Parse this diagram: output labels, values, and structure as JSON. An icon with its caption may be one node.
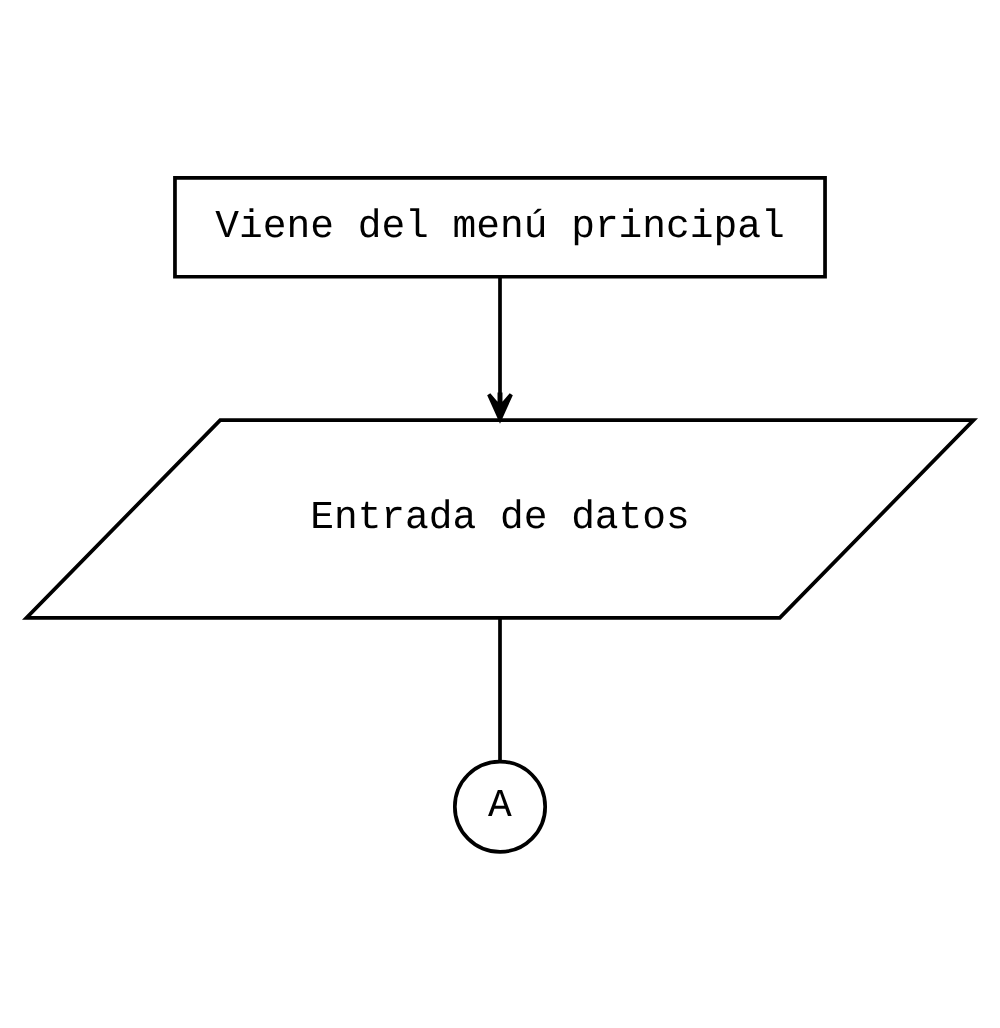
{
  "diagram": {
    "nodes": [
      {
        "text": [
          "Viene del menú principal"
        ]
      },
      {
        "text": [
          "Entrada de datos"
        ]
      },
      {
        "text": [
          "A"
        ]
      }
    ],
    "edges": [
      {
        "from": 0,
        "to": 1,
        "arrow": "to"
      },
      {
        "from": 1,
        "to": 2,
        "arrow": "none"
      }
    ]
  }
}
